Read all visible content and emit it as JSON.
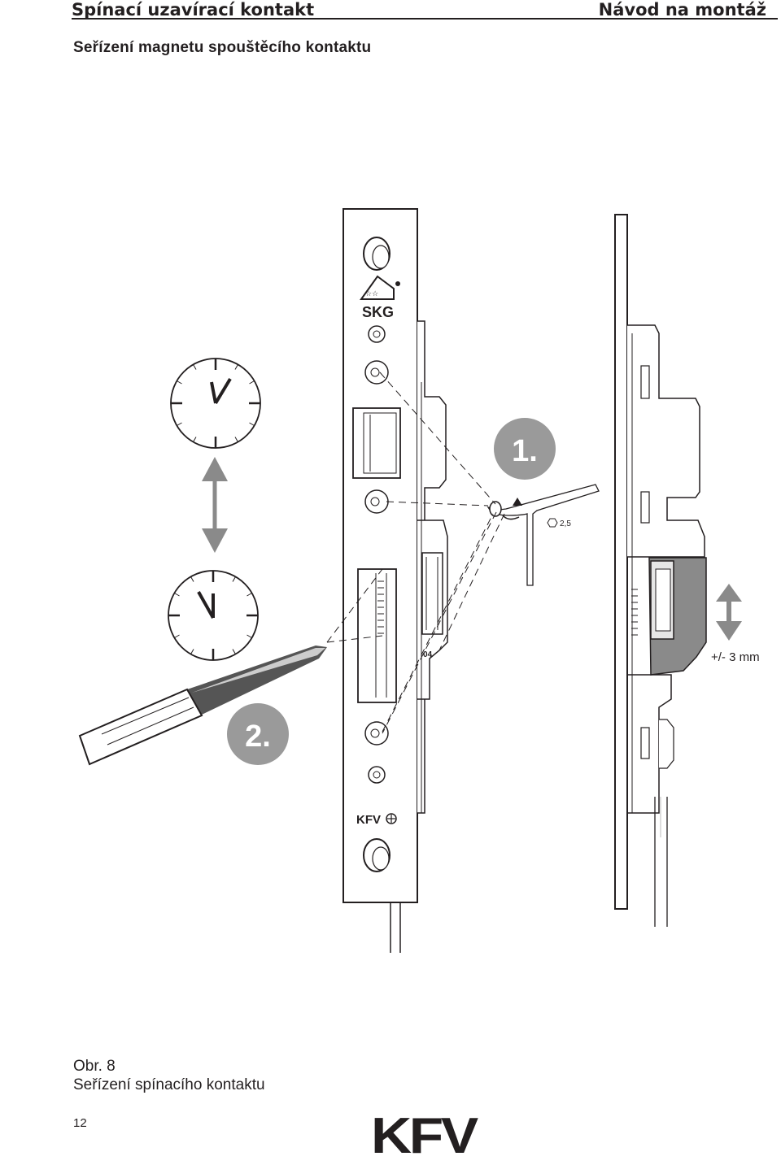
{
  "header": {
    "left_title": "Spínací uzavírací kontakt",
    "right_title": "Návod na montáž"
  },
  "section_title": "Seřízení magnetu spouštěcího kontaktu",
  "figure": {
    "step1_label": "1.",
    "step2_label": "2.",
    "hex_key_size": "2,5",
    "adjust_range": "+/- 3 mm",
    "plate_brand_mark": "SKG",
    "plate_kfv_mark": "KFV"
  },
  "caption": {
    "figure_number": "Obr. 8",
    "figure_title": "Seřízení spínacího kontaktu"
  },
  "footer": {
    "page_number": "12",
    "logo_text": "KFV"
  }
}
